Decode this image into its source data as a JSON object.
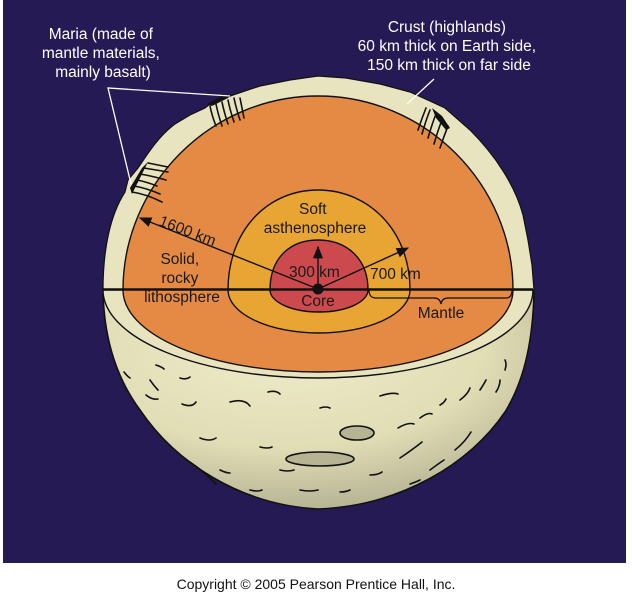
{
  "figure": {
    "title": "Moon interior structure cross-section",
    "colors": {
      "background": "#261a55",
      "crust": "#e8e4c0",
      "mantle": "#e48a45",
      "asthenosphere": "#e9a533",
      "core": "#cc4a4e",
      "outline": "#111111",
      "label_light": "#ffffff"
    }
  },
  "labels": {
    "maria": [
      "Maria (made of",
      "mantle materials,",
      "mainly basalt)"
    ],
    "crust": [
      "Crust (highlands)",
      "60 km thick on Earth side,",
      "150 km thick on far side"
    ],
    "radius_moon": "1600 km",
    "lithosphere": [
      "Solid,",
      "rocky",
      "lithosphere"
    ],
    "asthenosphere": [
      "Soft",
      "asthenosphere"
    ],
    "radius_core": "300 km",
    "radius_asthenosphere": "700 km",
    "core": "Core",
    "mantle": "Mantle"
  },
  "footer": {
    "copyright": "Copyright © 2005 Pearson Prentice Hall, Inc."
  }
}
